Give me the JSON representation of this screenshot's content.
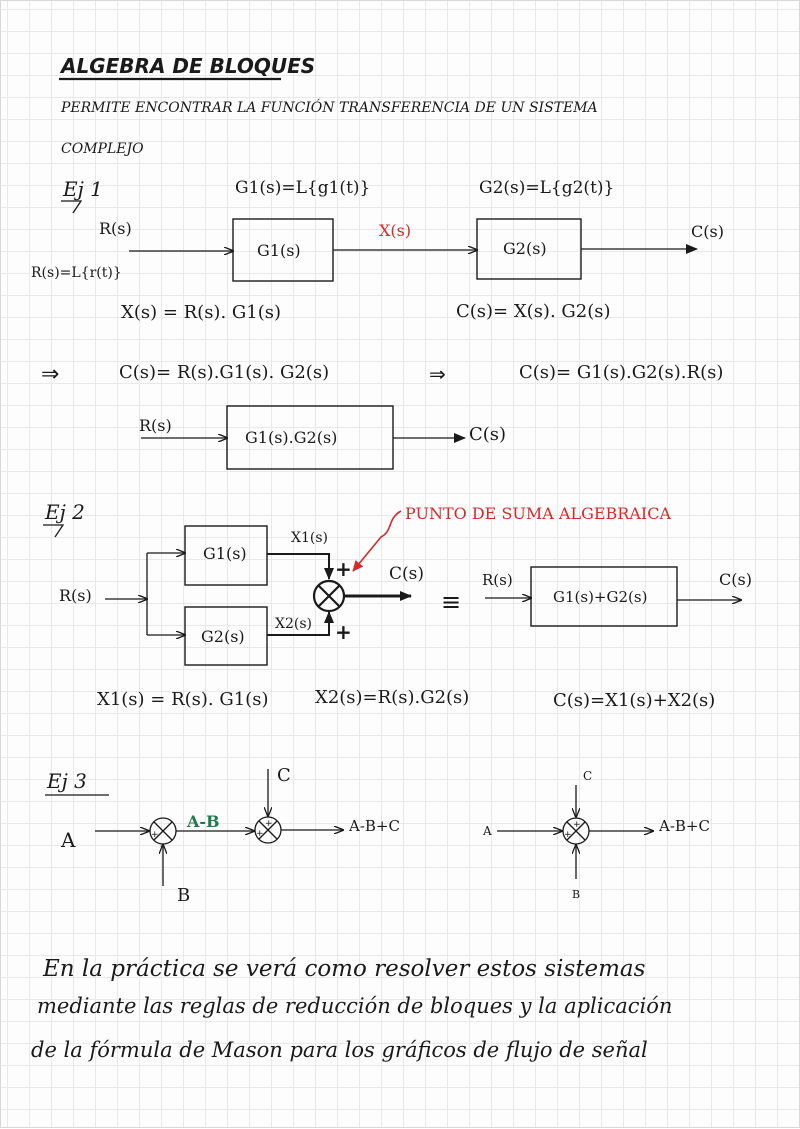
{
  "colors": {
    "ink": "#1a1a1a",
    "red": "#d42a2a",
    "green": "#1f7a4c"
  },
  "title": "ALGEBRA DE BLOQUES",
  "intro": {
    "line1": "PERMITE ENCONTRAR LA FUNCIÓN TRANSFERENCIA DE UN SISTEMA",
    "line2": "COMPLEJO"
  },
  "ej1": {
    "label": "Ej 1",
    "g1_def": "G1(s)=L{g1(t)}",
    "g2_def": "G2(s)=L{g2(t)}",
    "r_label": "R(s)",
    "r_def": "R(s)=L{r(t)}",
    "g1_box": "G1(s)",
    "x_label": "X(s)",
    "g2_box": "G2(s)",
    "c_label": "C(s)",
    "eq_x": "X(s) = R(s). G1(s)",
    "eq_c": "C(s)= X(s). G2(s)",
    "implies": "⇒",
    "eq_c_full": "C(s)= R(s).G1(s). G2(s)",
    "implies2": "⇒",
    "eq_c_final": "C(s)= G1(s).G2(s).R(s)",
    "r2_label": "R(s)",
    "combined_box": "G1(s).G2(s)",
    "c2_label": "C(s)"
  },
  "ej2": {
    "label": "Ej 2",
    "annotation": "PUNTO DE SUMA ALGEBRAICA",
    "r_label": "R(s)",
    "g1_box": "G1(s)",
    "g2_box": "G2(s)",
    "x1_label": "X1(s)",
    "x2_label": "X2(s)",
    "plus_top": "+",
    "plus_bottom": "+",
    "c_label": "C(s)",
    "equiv": "≡",
    "r2_label": "R(s)",
    "sum_box": "G1(s)+G2(s)",
    "c2_label": "C(s)",
    "eq_x1": "X1(s) = R(s). G1(s)",
    "eq_x2": "X2(s)=R(s).G2(s)",
    "eq_c": "C(s)=X1(s)+X2(s)"
  },
  "ej3": {
    "label": "Ej 3",
    "a_label": "A",
    "b_label": "B",
    "c_label": "C",
    "amb_label": "A-B",
    "out_label": "A-B+C",
    "sign_plus": "+",
    "sign_minus": "-",
    "right_a": "A",
    "right_b": "B",
    "right_c": "C",
    "right_out": "A-B+C"
  },
  "footer": {
    "line1": "En la práctica se verá como resolver estos sistemas",
    "line2": "mediante las reglas de reducción de bloques y la aplicación",
    "line3": "de la fórmula de Mason para los gráficos de flujo de señal"
  }
}
